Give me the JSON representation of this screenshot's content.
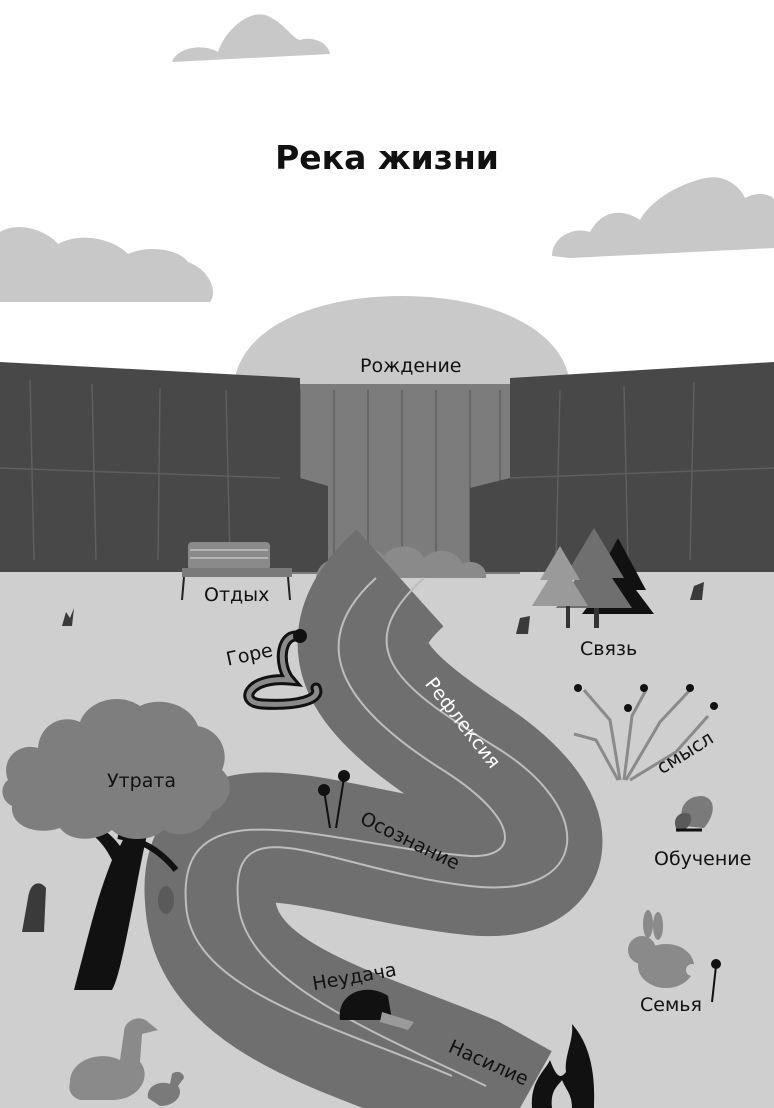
{
  "title": "Река жизни",
  "labels": {
    "birth": "Рождение",
    "rest": "Отдых",
    "grief": "Горе",
    "connection": "Связь",
    "reflection": "Рефлексия",
    "meaning": "смысл",
    "loss": "Утрата",
    "awareness": "Осознание",
    "learning": "Обучение",
    "failure": "Неудача",
    "family": "Семья",
    "violence": "Насилие"
  },
  "colors": {
    "sky": "#ffffff",
    "cloud": "#c8c8c8",
    "sun": "#c9c9c9",
    "cliff": "#484848",
    "cliff_line": "#6a6a6a",
    "waterfall": "#7c7c7c",
    "ground": "#cfcfcf",
    "river": "#6f6f6f",
    "river_line": "#bdbdbd",
    "tree_canopy": "#808080",
    "tree_trunk": "#111111"
  }
}
